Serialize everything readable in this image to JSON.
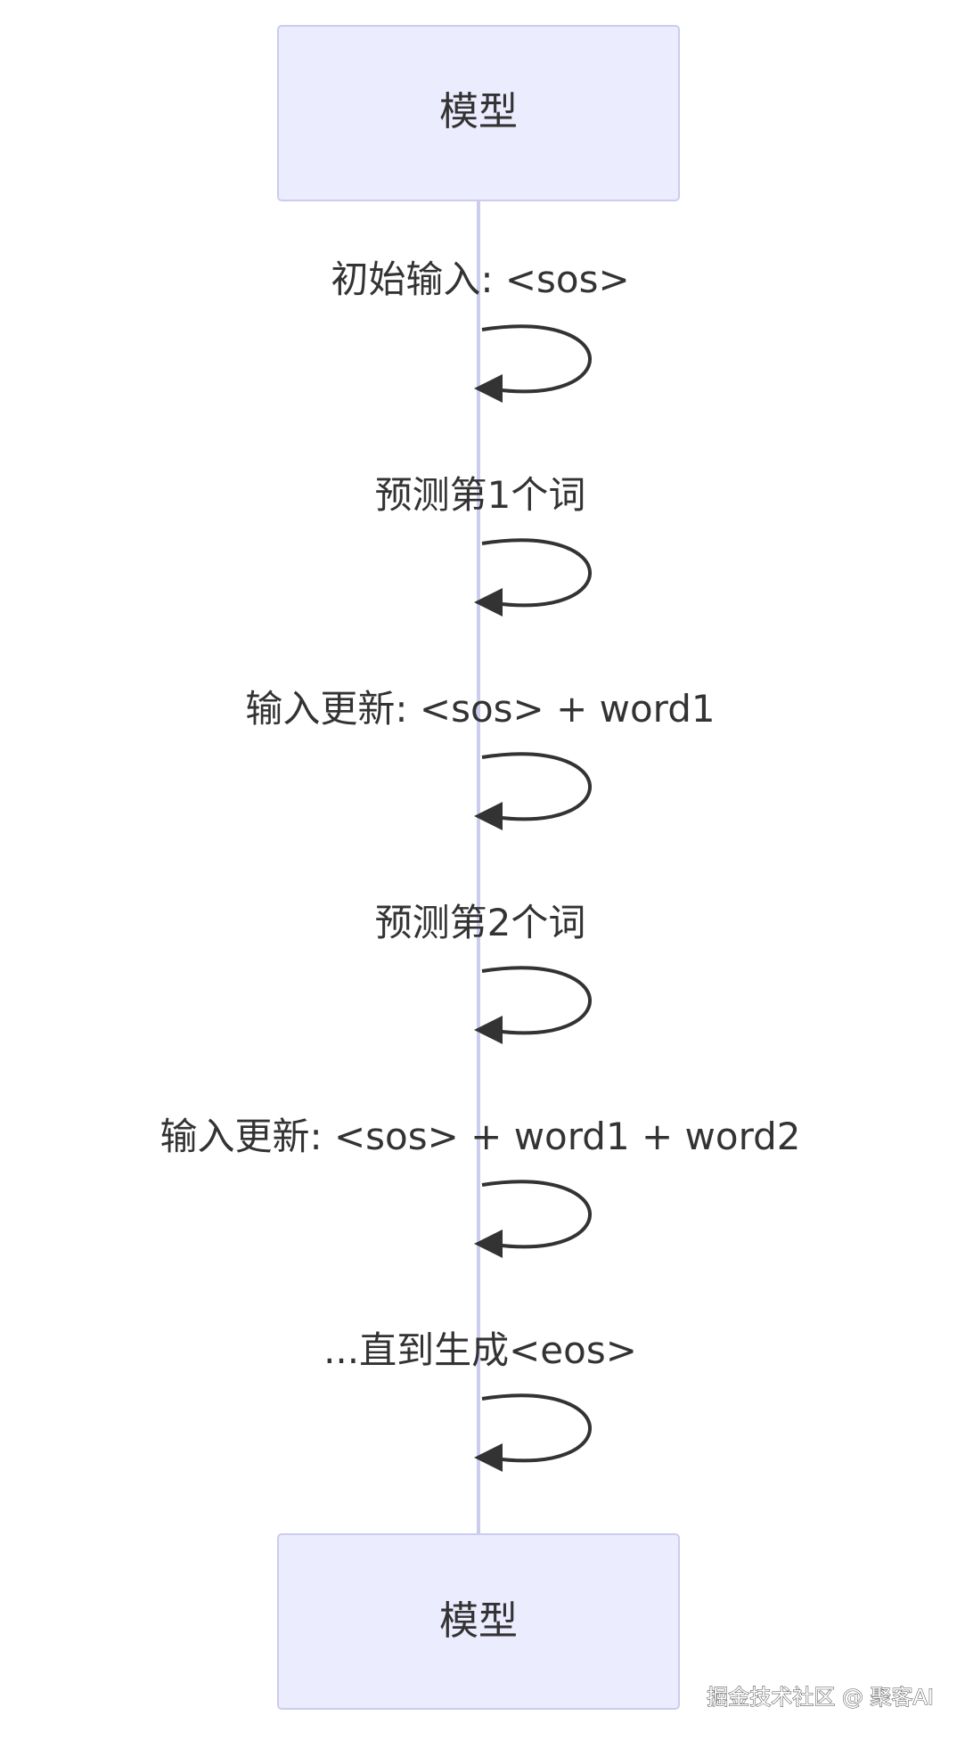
{
  "participant": {
    "top_label": "模型",
    "bottom_label": "模型"
  },
  "messages": [
    {
      "label": "初始输入: <sos>"
    },
    {
      "label": "预测第1个词"
    },
    {
      "label": "输入更新: <sos> + word1"
    },
    {
      "label": "预测第2个词"
    },
    {
      "label": "输入更新: <sos> + word1 + word2"
    },
    {
      "label": "...直到生成<eos>"
    }
  ],
  "watermark": "掘金技术社区 @ 聚客AI",
  "colors": {
    "actor_fill": "#ECECFF",
    "actor_stroke": "#CCCCEE",
    "line": "#333333",
    "text": "#333333"
  }
}
